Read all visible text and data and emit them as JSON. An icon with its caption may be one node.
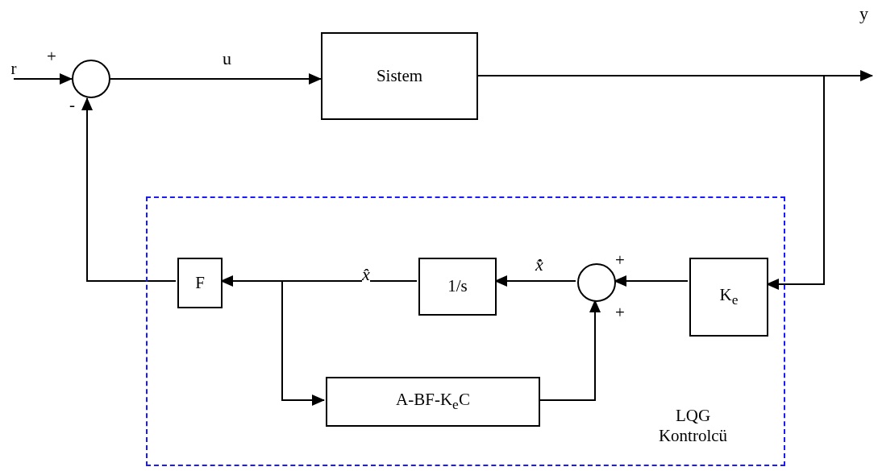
{
  "diagram": {
    "nodes": [
      {
        "text": [
          "r"
        ]
      },
      {
        "text": [],
        "shape": "circle"
      },
      {
        "text": [
          "Sistem"
        ]
      },
      {
        "text": [
          "LQG Kontrolcü"
        ]
      },
      {
        "text": [
          "F"
        ],
        "in": 3
      },
      {
        "text": [
          "1/s"
        ],
        "in": 3
      },
      {
        "text": [],
        "shape": "circle",
        "in": 3
      },
      {
        "text": [
          "K$_{e}$"
        ],
        "in": 3
      },
      {
        "text": [
          "A-BF-K$_{e}$C"
        ],
        "in": 3
      }
    ],
    "edges": [
      {
        "from": 0,
        "to": 1,
        "arrow": "to"
      },
      {
        "from": 1,
        "to": 2,
        "arrow": "to",
        "label": "u"
      },
      {
        "from": 2,
        "to": null,
        "arrow": "to",
        "label": "y"
      },
      {
        "from": 2,
        "to": 7,
        "arrow": "to"
      },
      {
        "from": 7,
        "to": 6,
        "arrow": "to"
      },
      {
        "from": 6,
        "to": 5,
        "arrow": "to",
        "label": "x̂̇"
      },
      {
        "from": 5,
        "to": 4,
        "arrow": "to",
        "label": "x̂"
      },
      {
        "from": 4,
        "to": 1,
        "arrow": "to"
      },
      {
        "from": 5,
        "to": 8,
        "arrow": "to"
      },
      {
        "from": 8,
        "to": 6,
        "arrow": "to"
      }
    ],
    "labels": [
      "+",
      "-",
      "+",
      "+"
    ]
  }
}
